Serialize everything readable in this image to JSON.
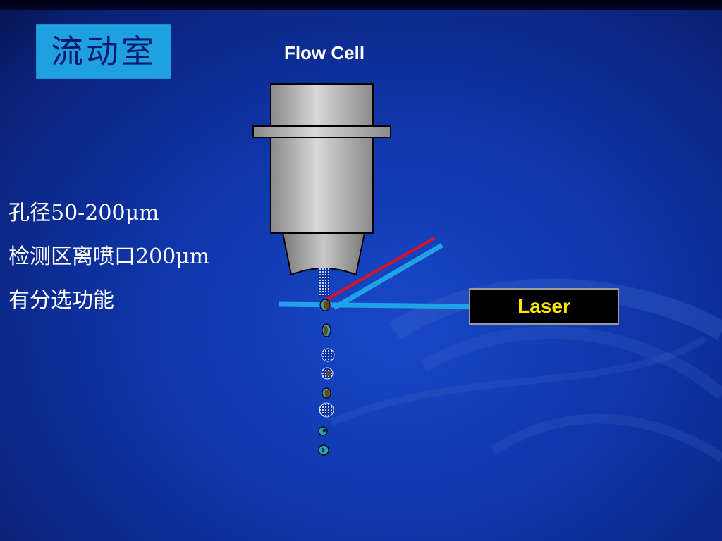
{
  "slide": {
    "title": "流动室",
    "flow_cell_label": "Flow Cell",
    "bullets": [
      "孔径50-200μm",
      "检测区离喷口200μm",
      "有分选功能"
    ],
    "laser_label": "Laser"
  },
  "colors": {
    "title_box": "#1fa0e0",
    "laser_text": "#ffe600",
    "laser_beam": "#1fa3e6",
    "scatter_beam": "#e01020",
    "nozzle_gray": "#bdbdbd"
  }
}
